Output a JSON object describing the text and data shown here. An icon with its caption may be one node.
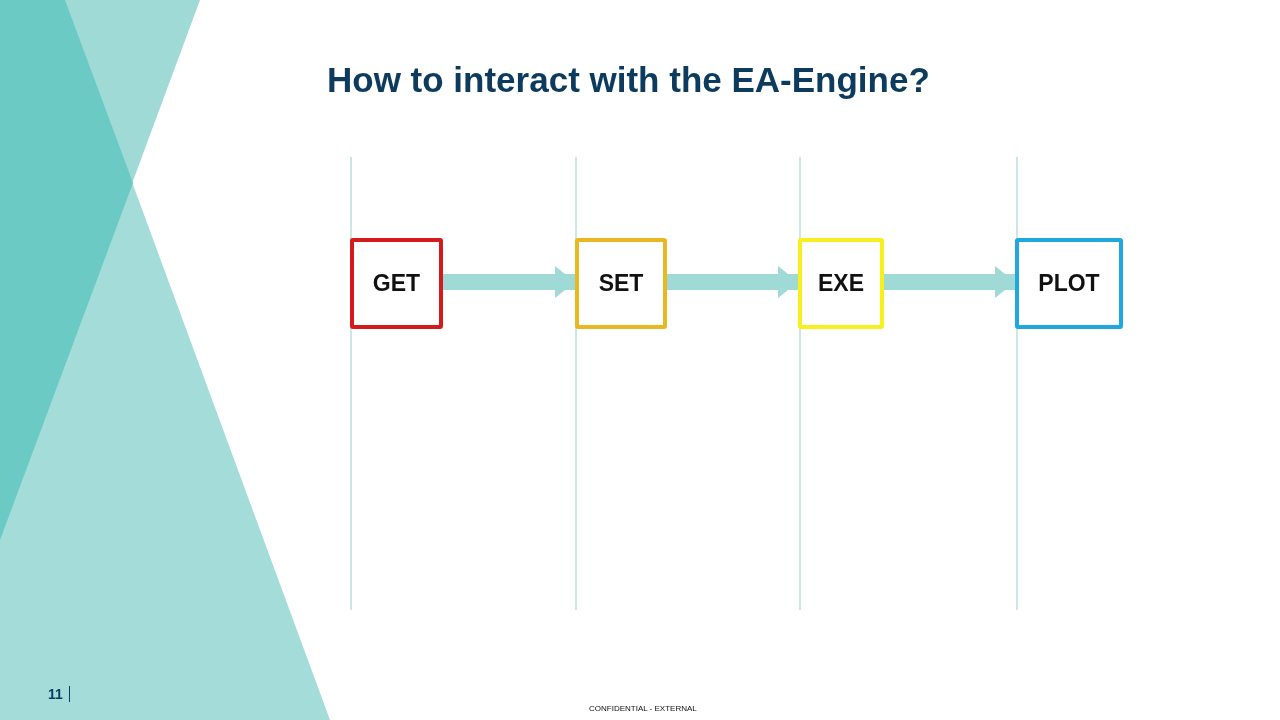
{
  "diagram": {
    "title": "How to interact with the EA-Engine?",
    "nodes": [
      {
        "text": [
          "GET"
        ]
      },
      {
        "text": [
          "SET"
        ]
      },
      {
        "text": [
          "EXE"
        ]
      },
      {
        "text": [
          "PLOT"
        ]
      }
    ],
    "edges": [
      {
        "from": 0,
        "to": 1,
        "arrow": "to"
      },
      {
        "from": 1,
        "to": 2,
        "arrow": "to"
      },
      {
        "from": 2,
        "to": 3,
        "arrow": "to"
      }
    ],
    "labels": [
      "11",
      "CONFIDENTIAL - EXTERNAL"
    ]
  }
}
